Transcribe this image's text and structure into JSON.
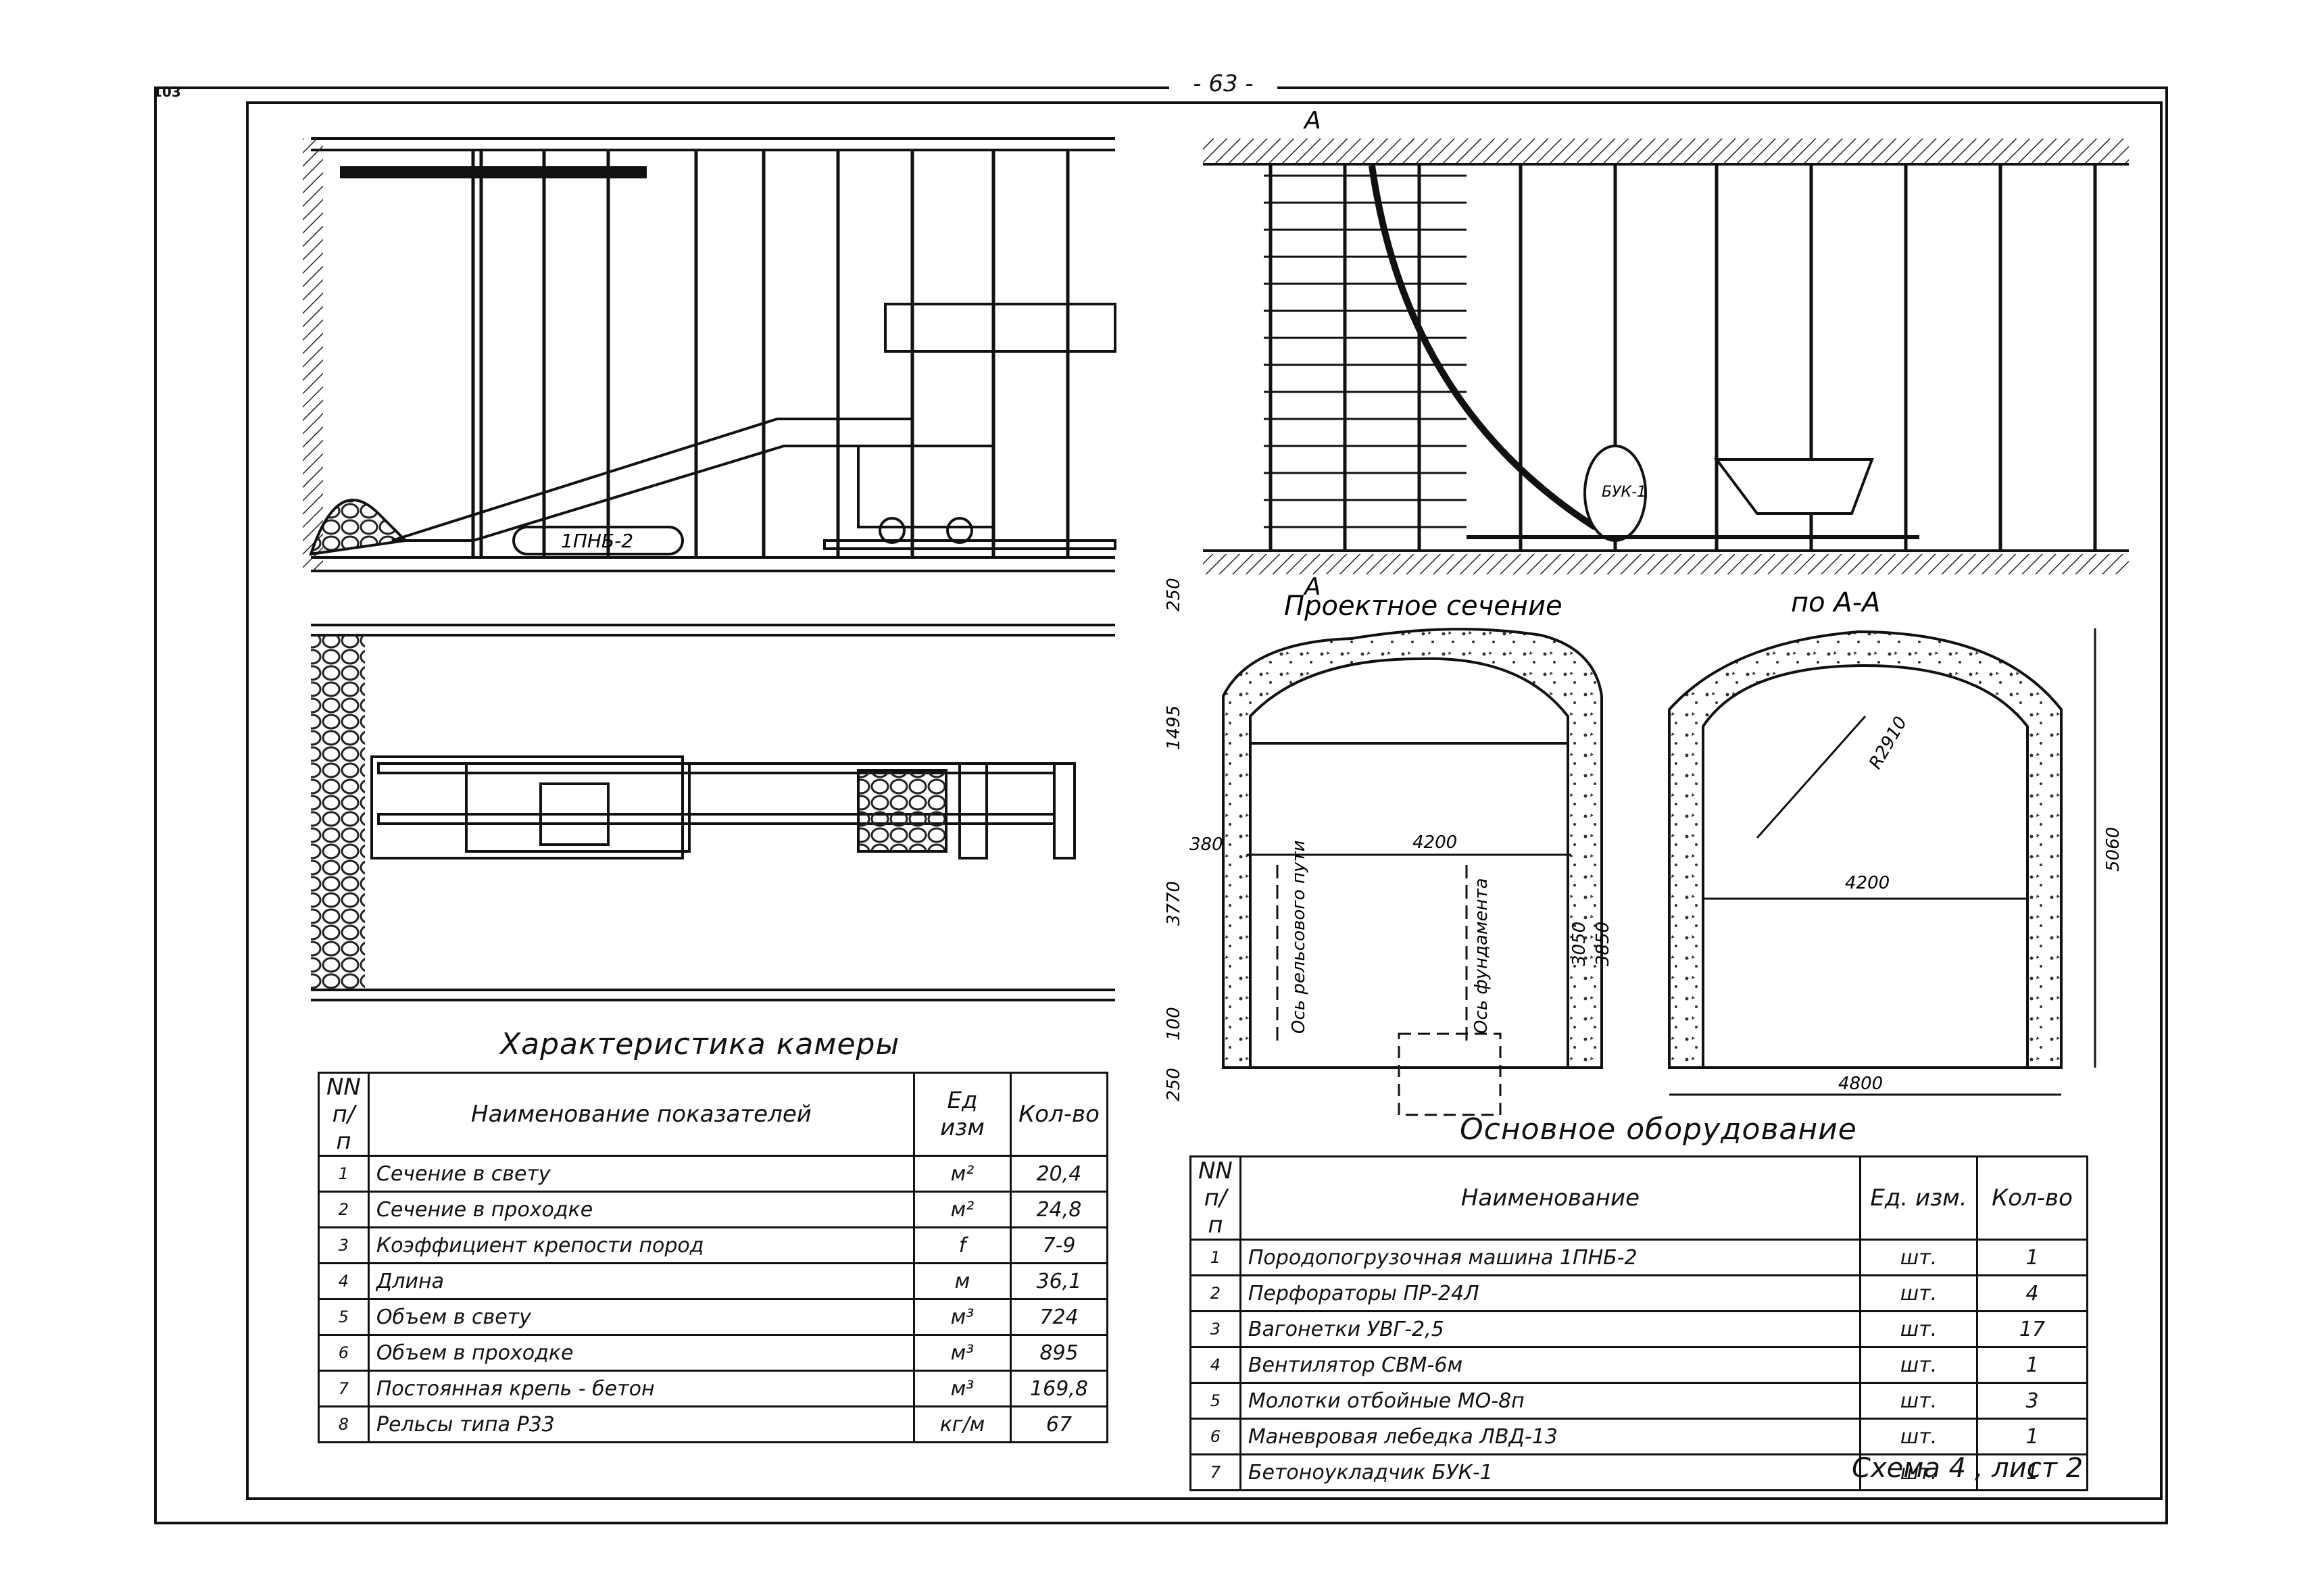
{
  "page": {
    "number": "- 63 -",
    "corner_mark": "103",
    "scheme": "Схема 4 , лист 2"
  },
  "drawing": {
    "section_mark_top": "A",
    "section_mark_bottom": "A",
    "machine_label": "1ПНБ-2",
    "buk_label": "БУК-1",
    "project_section_title": "Проектное сечение",
    "section_aa_title": "по А-А",
    "dims_left": {
      "d250_top": "250",
      "d1495": "1495",
      "d380": "380",
      "d3770": "3770",
      "d100": "100",
      "d250_bottom": "250",
      "d4200": "4200",
      "d3050": "3050",
      "d3850": "3850"
    },
    "axis_rail": "Ось рельсового пути",
    "axis_foundation": "Ось фундамента",
    "dims_right": {
      "d4200": "4200",
      "r2910": "R2910",
      "d5060": "5060",
      "d4800": "4800"
    }
  },
  "chamber_table": {
    "title": "Характеристика камеры",
    "headers": {
      "num": "NN п/п",
      "name": "Наименование показателей",
      "unit": "Ед изм",
      "qty": "Кол-во"
    },
    "rows": [
      {
        "num": "1",
        "name": "Сечение в свету",
        "unit": "м²",
        "qty": "20,4"
      },
      {
        "num": "2",
        "name": "Сечение в проходке",
        "unit": "м²",
        "qty": "24,8"
      },
      {
        "num": "3",
        "name": "Коэффициент крепости пород",
        "unit": "f",
        "qty": "7-9"
      },
      {
        "num": "4",
        "name": "Длина",
        "unit": "м",
        "qty": "36,1"
      },
      {
        "num": "5",
        "name": "Объем в свету",
        "unit": "м³",
        "qty": "724"
      },
      {
        "num": "6",
        "name": "Объем в проходке",
        "unit": "м³",
        "qty": "895"
      },
      {
        "num": "7",
        "name": "Постоянная крепь - бетон",
        "unit": "м³",
        "qty": "169,8"
      },
      {
        "num": "8",
        "name": "Рельсы типа Р33",
        "unit": "кг/м",
        "qty": "67"
      }
    ]
  },
  "equipment_table": {
    "title": "Основное оборудование",
    "headers": {
      "num": "NN п/п",
      "name": "Наименование",
      "unit": "Ед. изм.",
      "qty": "Кол-во"
    },
    "rows": [
      {
        "num": "1",
        "name": "Породопогрузочная машина 1ПНБ-2",
        "unit": "шт.",
        "qty": "1"
      },
      {
        "num": "2",
        "name": "Перфораторы ПР-24Л",
        "unit": "шт.",
        "qty": "4"
      },
      {
        "num": "3",
        "name": "Вагонетки УВГ-2,5",
        "unit": "шт.",
        "qty": "17"
      },
      {
        "num": "4",
        "name": "Вентилятор СВМ-6м",
        "unit": "шт.",
        "qty": "1"
      },
      {
        "num": "5",
        "name": "Молотки отбойные МО-8п",
        "unit": "шт.",
        "qty": "3"
      },
      {
        "num": "6",
        "name": "Маневровая лебедка ЛВД-13",
        "unit": "шт.",
        "qty": "1"
      },
      {
        "num": "7",
        "name": "Бетоноукладчик БУК-1",
        "unit": "шт.",
        "qty": "1"
      }
    ]
  }
}
